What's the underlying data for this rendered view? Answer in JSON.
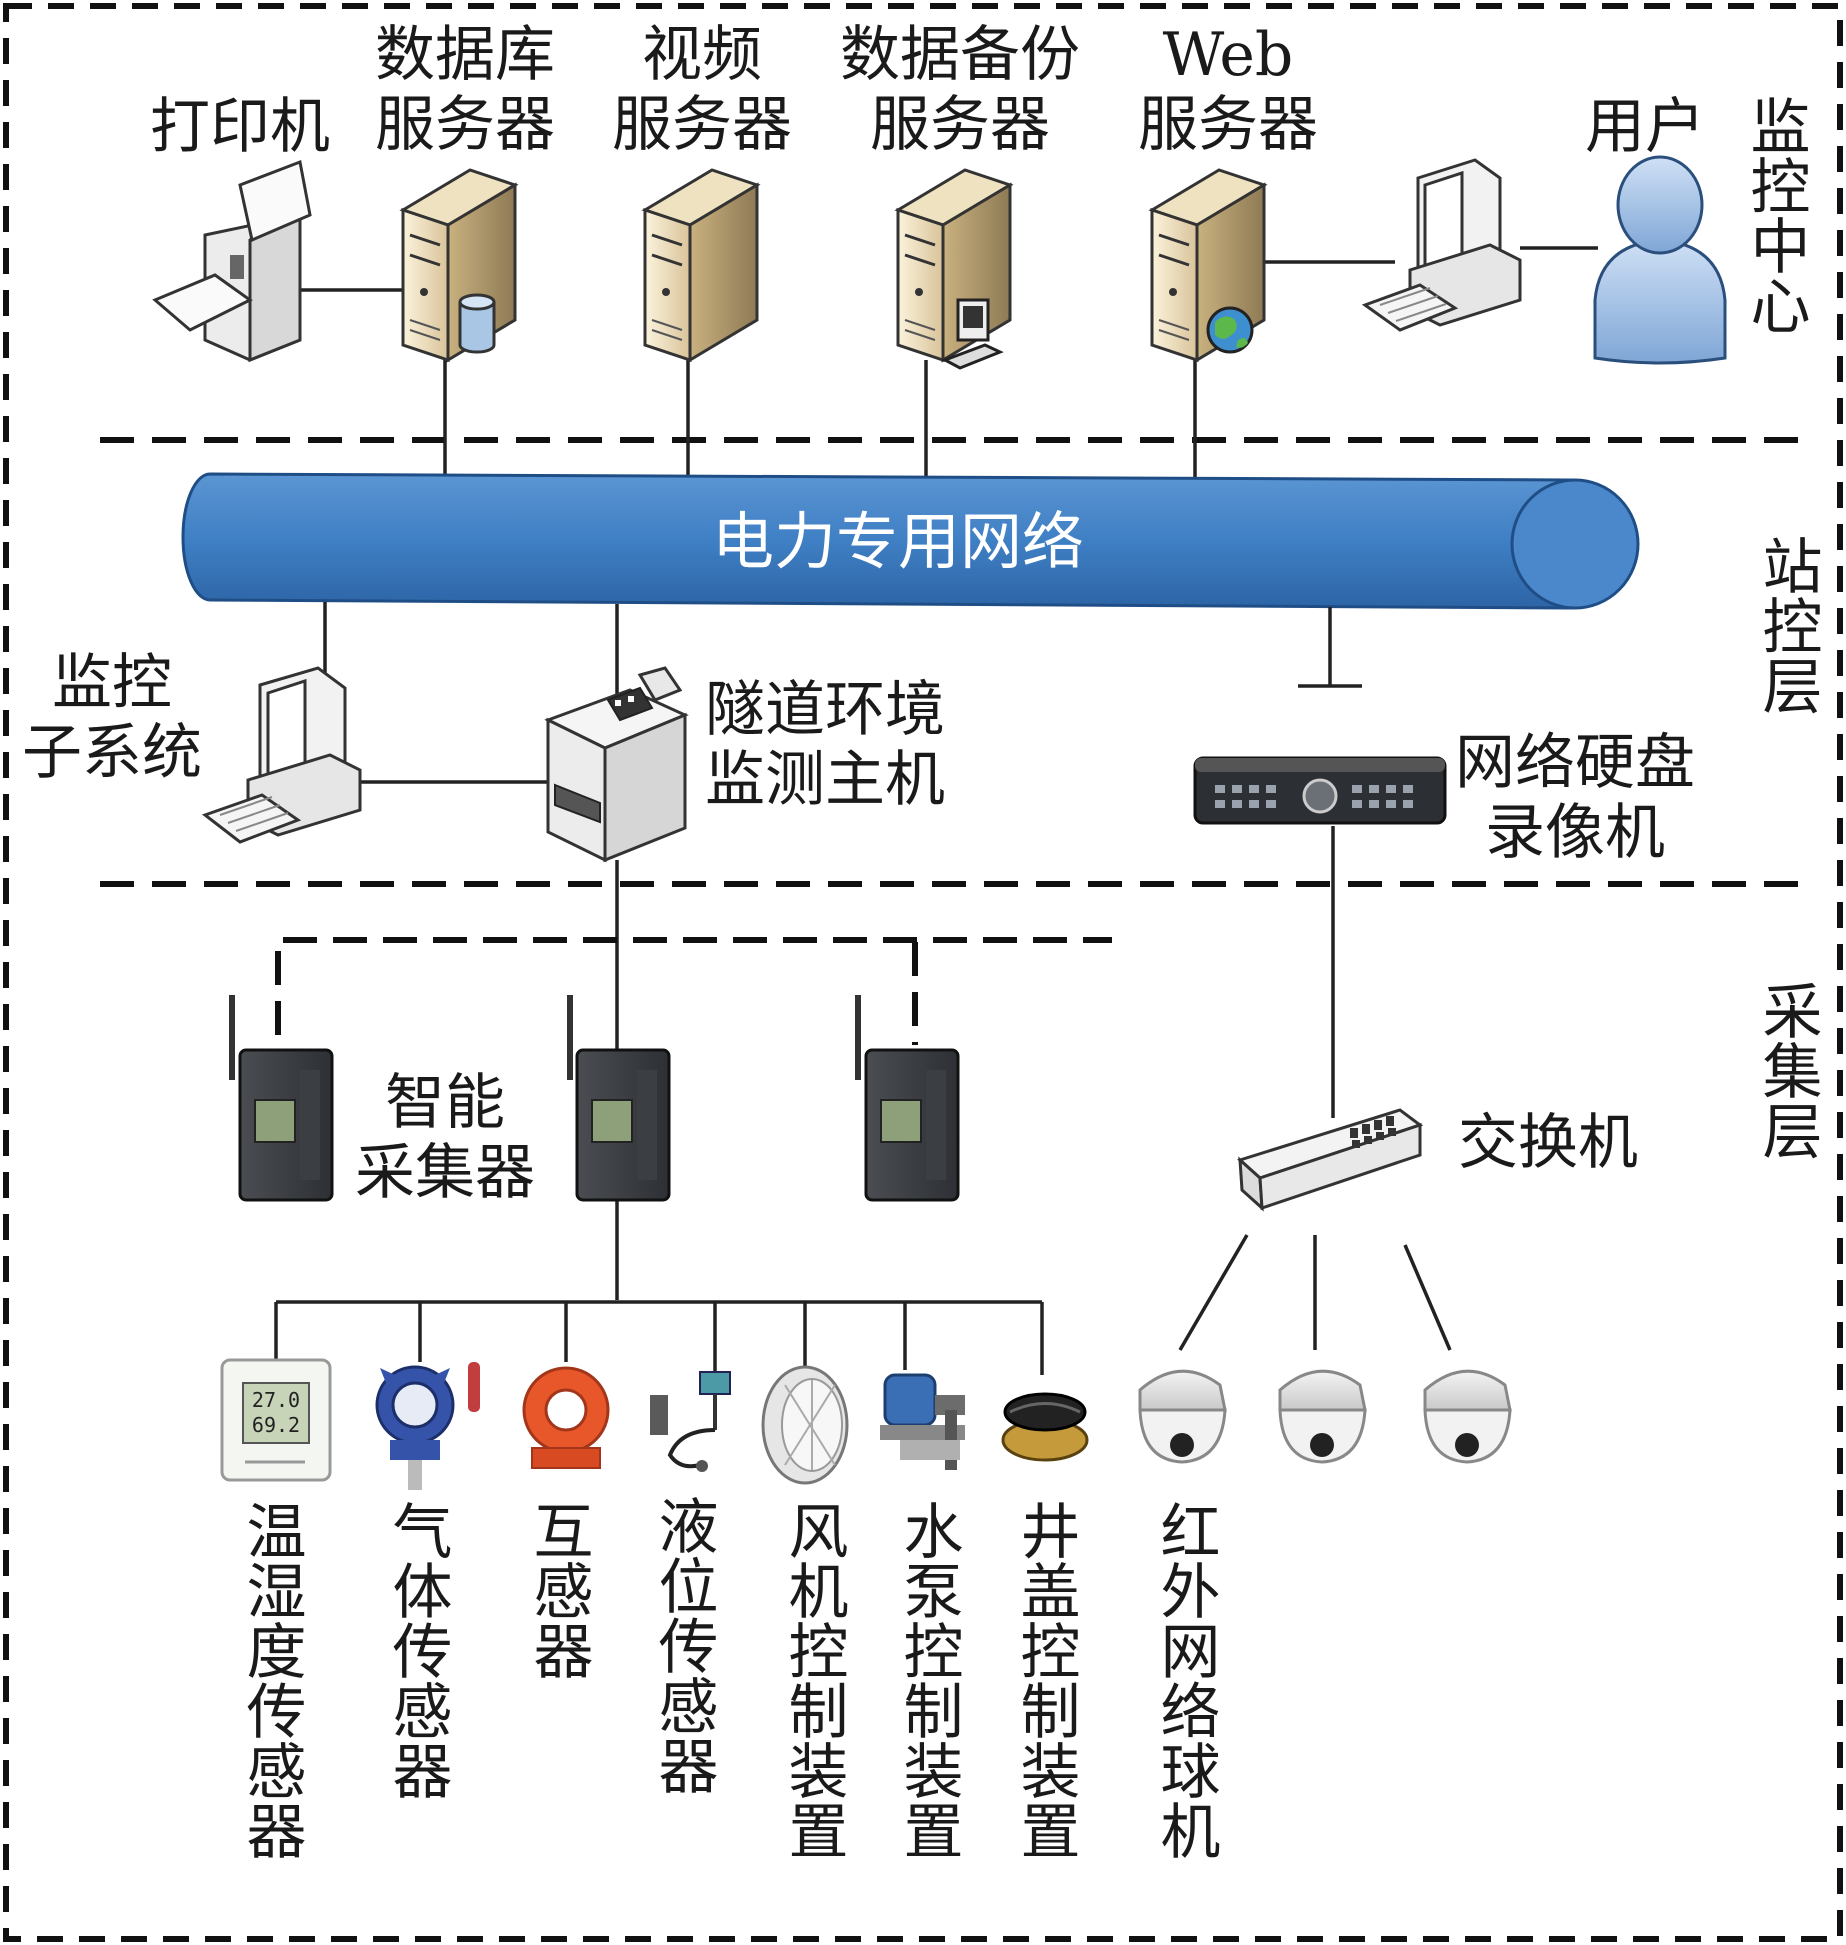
{
  "layers": {
    "top": "监控中心",
    "middle": "站控层",
    "bottom": "采集层"
  },
  "top_devices": {
    "printer": "打印机",
    "db_server": [
      "数据库",
      "服务器"
    ],
    "video_server": [
      "视频",
      "服务器"
    ],
    "backup_server": [
      "数据备份",
      "服务器"
    ],
    "web_server": [
      "Web",
      "服务器"
    ],
    "user": "用户"
  },
  "network": {
    "label": "电力专用网络",
    "color": "#3f7fc4"
  },
  "station_devices": {
    "monitor_subsystem": [
      "监控",
      "子系统"
    ],
    "host": [
      "隧道环境",
      "监测主机"
    ],
    "nvr": [
      "网络硬盘",
      "录像机"
    ]
  },
  "collect_devices": {
    "collector": [
      "智能",
      "采集器"
    ],
    "switch": "交换机"
  },
  "sensors": [
    "温湿度传感器",
    "气体传感器",
    "互感器",
    "液位传感器",
    "风机控制装置",
    "水泵控制装置",
    "井盖控制装置",
    "红外网络球机"
  ],
  "icons": {
    "printer": "printer-icon",
    "server": "server-icon",
    "database": "database-icon",
    "globe": "globe-icon",
    "pc": "computer-icon",
    "user": "user-icon",
    "host": "monitor-host-icon",
    "nvr": "nvr-icon",
    "collector": "wireless-collector-icon",
    "switch": "switch-icon",
    "camera": "dome-camera-icon"
  }
}
